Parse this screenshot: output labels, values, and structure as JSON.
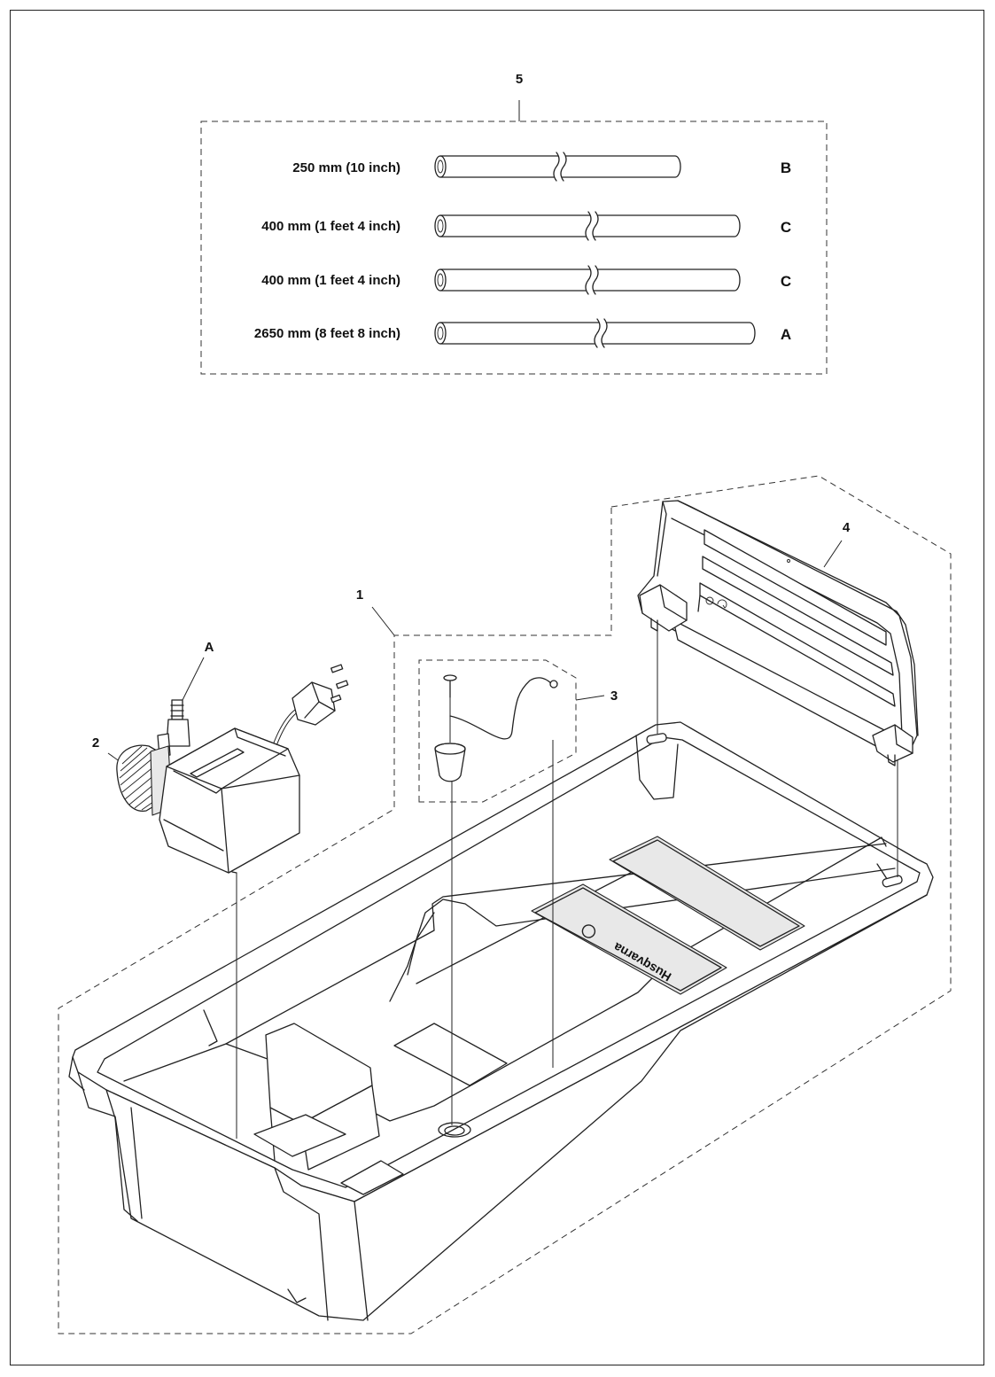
{
  "callouts": {
    "kit": "5",
    "tray": "1",
    "pump": "2",
    "plug_kit": "3",
    "lid": "4",
    "pump_hose_ref": "A"
  },
  "hoses": [
    {
      "length": "250 mm (10 inch)",
      "code": "B"
    },
    {
      "length": "400 mm (1 feet 4 inch)",
      "code": "C"
    },
    {
      "length": "400 mm (1 feet 4 inch)",
      "code": "C"
    },
    {
      "length": "2650 mm (8 feet 8 inch)",
      "code": "A"
    }
  ],
  "brand_logo": "Husqvarna",
  "icons": [
    "hose-icon",
    "pump-icon",
    "plug-icon",
    "screw-icon",
    "lid-icon",
    "tray-icon"
  ]
}
